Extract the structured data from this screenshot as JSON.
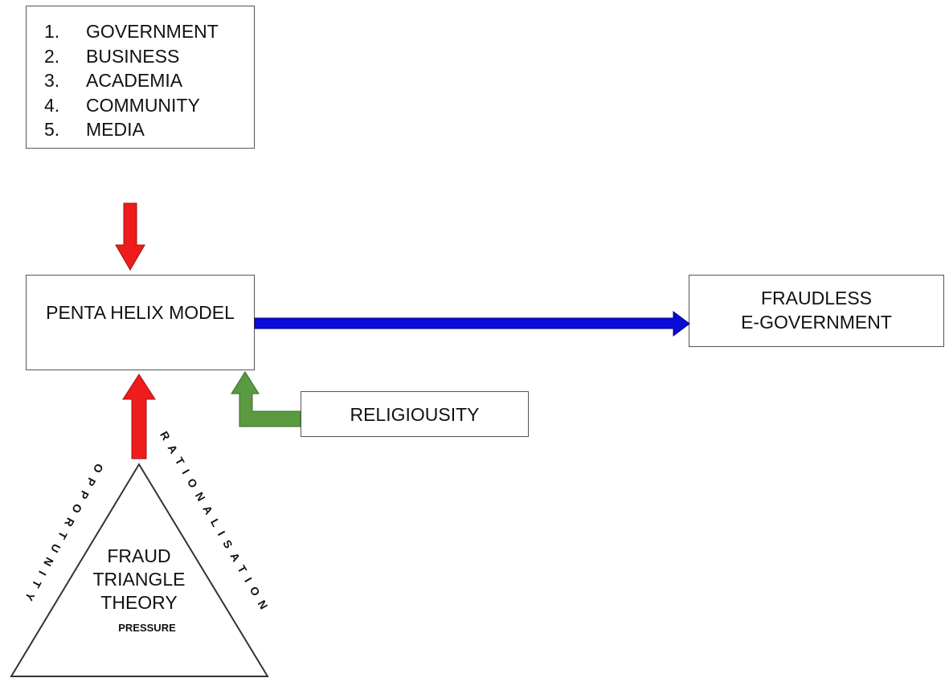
{
  "stakeholders": [
    {
      "num": "1.",
      "label": "GOVERNMENT"
    },
    {
      "num": "2.",
      "label": "BUSINESS"
    },
    {
      "num": "3.",
      "label": "ACADEMIA"
    },
    {
      "num": "4.",
      "label": "COMMUNITY"
    },
    {
      "num": "5.",
      "label": "MEDIA"
    }
  ],
  "penta_helix": "PENTA HELIX MODEL",
  "fraudless": {
    "line1": "FRAUDLESS",
    "line2": "E-GOVERNMENT"
  },
  "religiousity": "RELIGIOUSITY",
  "fraud_triangle": {
    "line1": "FRAUD",
    "line2": "TRIANGLE",
    "line3": "THEORY",
    "pressure": "PRESSURE",
    "opportunity": "OPPORTUNITY",
    "rationalisation": "RATIONALISATION"
  },
  "colors": {
    "red_arrow": "#ee1c1c",
    "blue_arrow": "#0a0adb",
    "green_arrow": "#5a9a40",
    "border": "#555555"
  }
}
